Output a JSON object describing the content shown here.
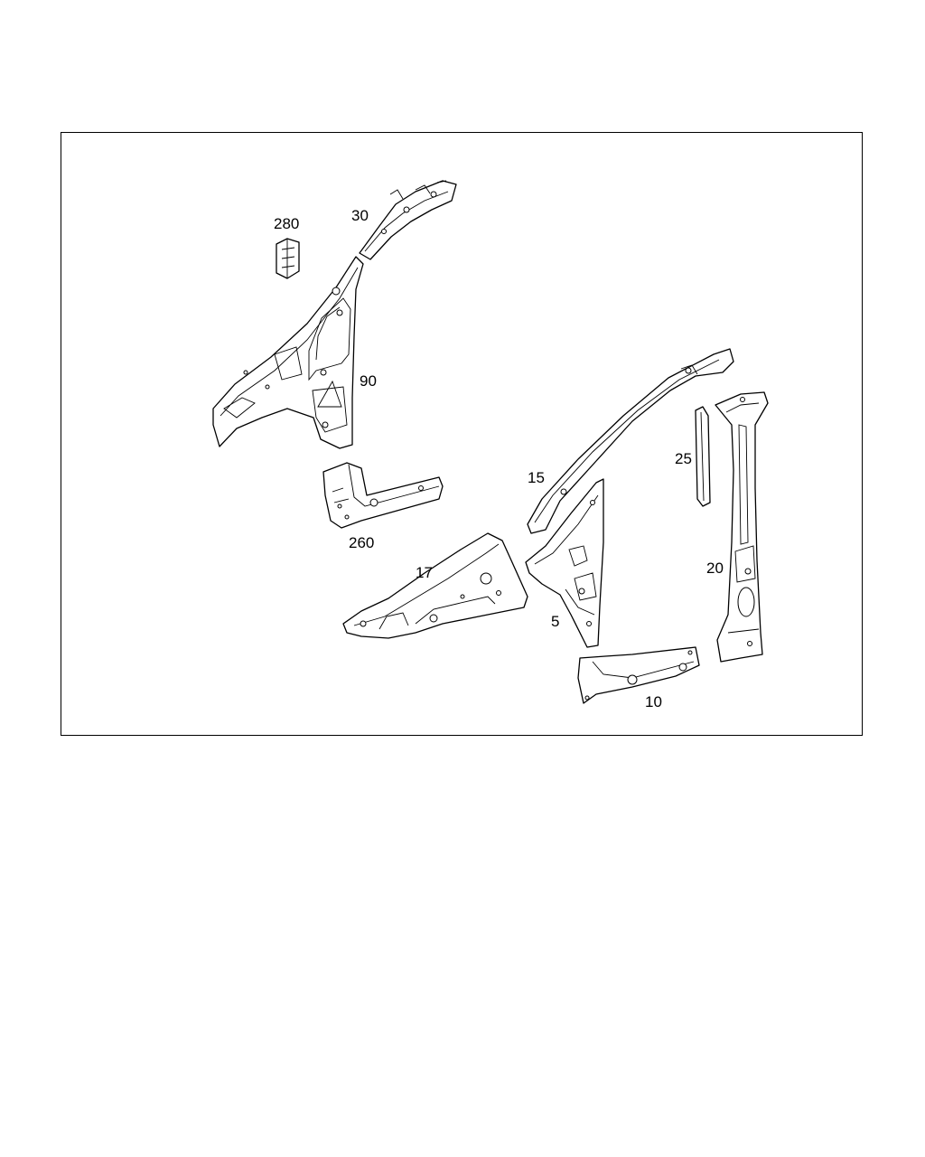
{
  "diagram": {
    "callouts": [
      {
        "id": "280",
        "label": "280"
      },
      {
        "id": "30",
        "label": "30"
      },
      {
        "id": "90",
        "label": "90"
      },
      {
        "id": "260",
        "label": "260"
      },
      {
        "id": "15",
        "label": "15"
      },
      {
        "id": "25",
        "label": "25"
      },
      {
        "id": "20",
        "label": "20"
      },
      {
        "id": "17",
        "label": "17"
      },
      {
        "id": "5",
        "label": "5"
      },
      {
        "id": "10",
        "label": "10"
      }
    ]
  }
}
